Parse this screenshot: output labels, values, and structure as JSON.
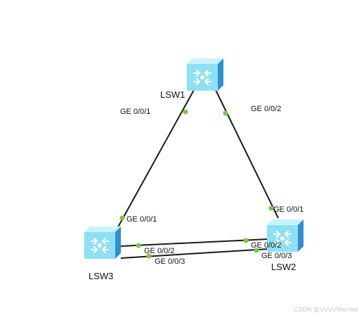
{
  "colors": {
    "link": "#1a1a1a",
    "port_dot": "#7ac943",
    "switch_front": "#8fe0f4",
    "switch_top": "#c9f4ff",
    "switch_side": "#2f8fd0"
  },
  "nodes": {
    "lsw1": {
      "label": "LSW1",
      "icon": "switch-icon"
    },
    "lsw2": {
      "label": "LSW2",
      "icon": "switch-icon"
    },
    "lsw3": {
      "label": "LSW3",
      "icon": "switch-icon"
    }
  },
  "links": [
    {
      "from": "LSW1",
      "to": "LSW3",
      "from_port": "GE 0/0/1",
      "to_port": "GE 0/0/1"
    },
    {
      "from": "LSW1",
      "to": "LSW2",
      "from_port": "GE 0/0/2",
      "to_port": "GE 0/0/1"
    },
    {
      "from": "LSW3",
      "to": "LSW2",
      "from_port": "GE 0/0/2",
      "to_port": "GE 0/0/2"
    },
    {
      "from": "LSW3",
      "to": "LSW2",
      "from_port": "GE 0/0/3",
      "to_port": "GE 0/0/3"
    }
  ],
  "watermark": "CSDN @VVVVWeiYee"
}
